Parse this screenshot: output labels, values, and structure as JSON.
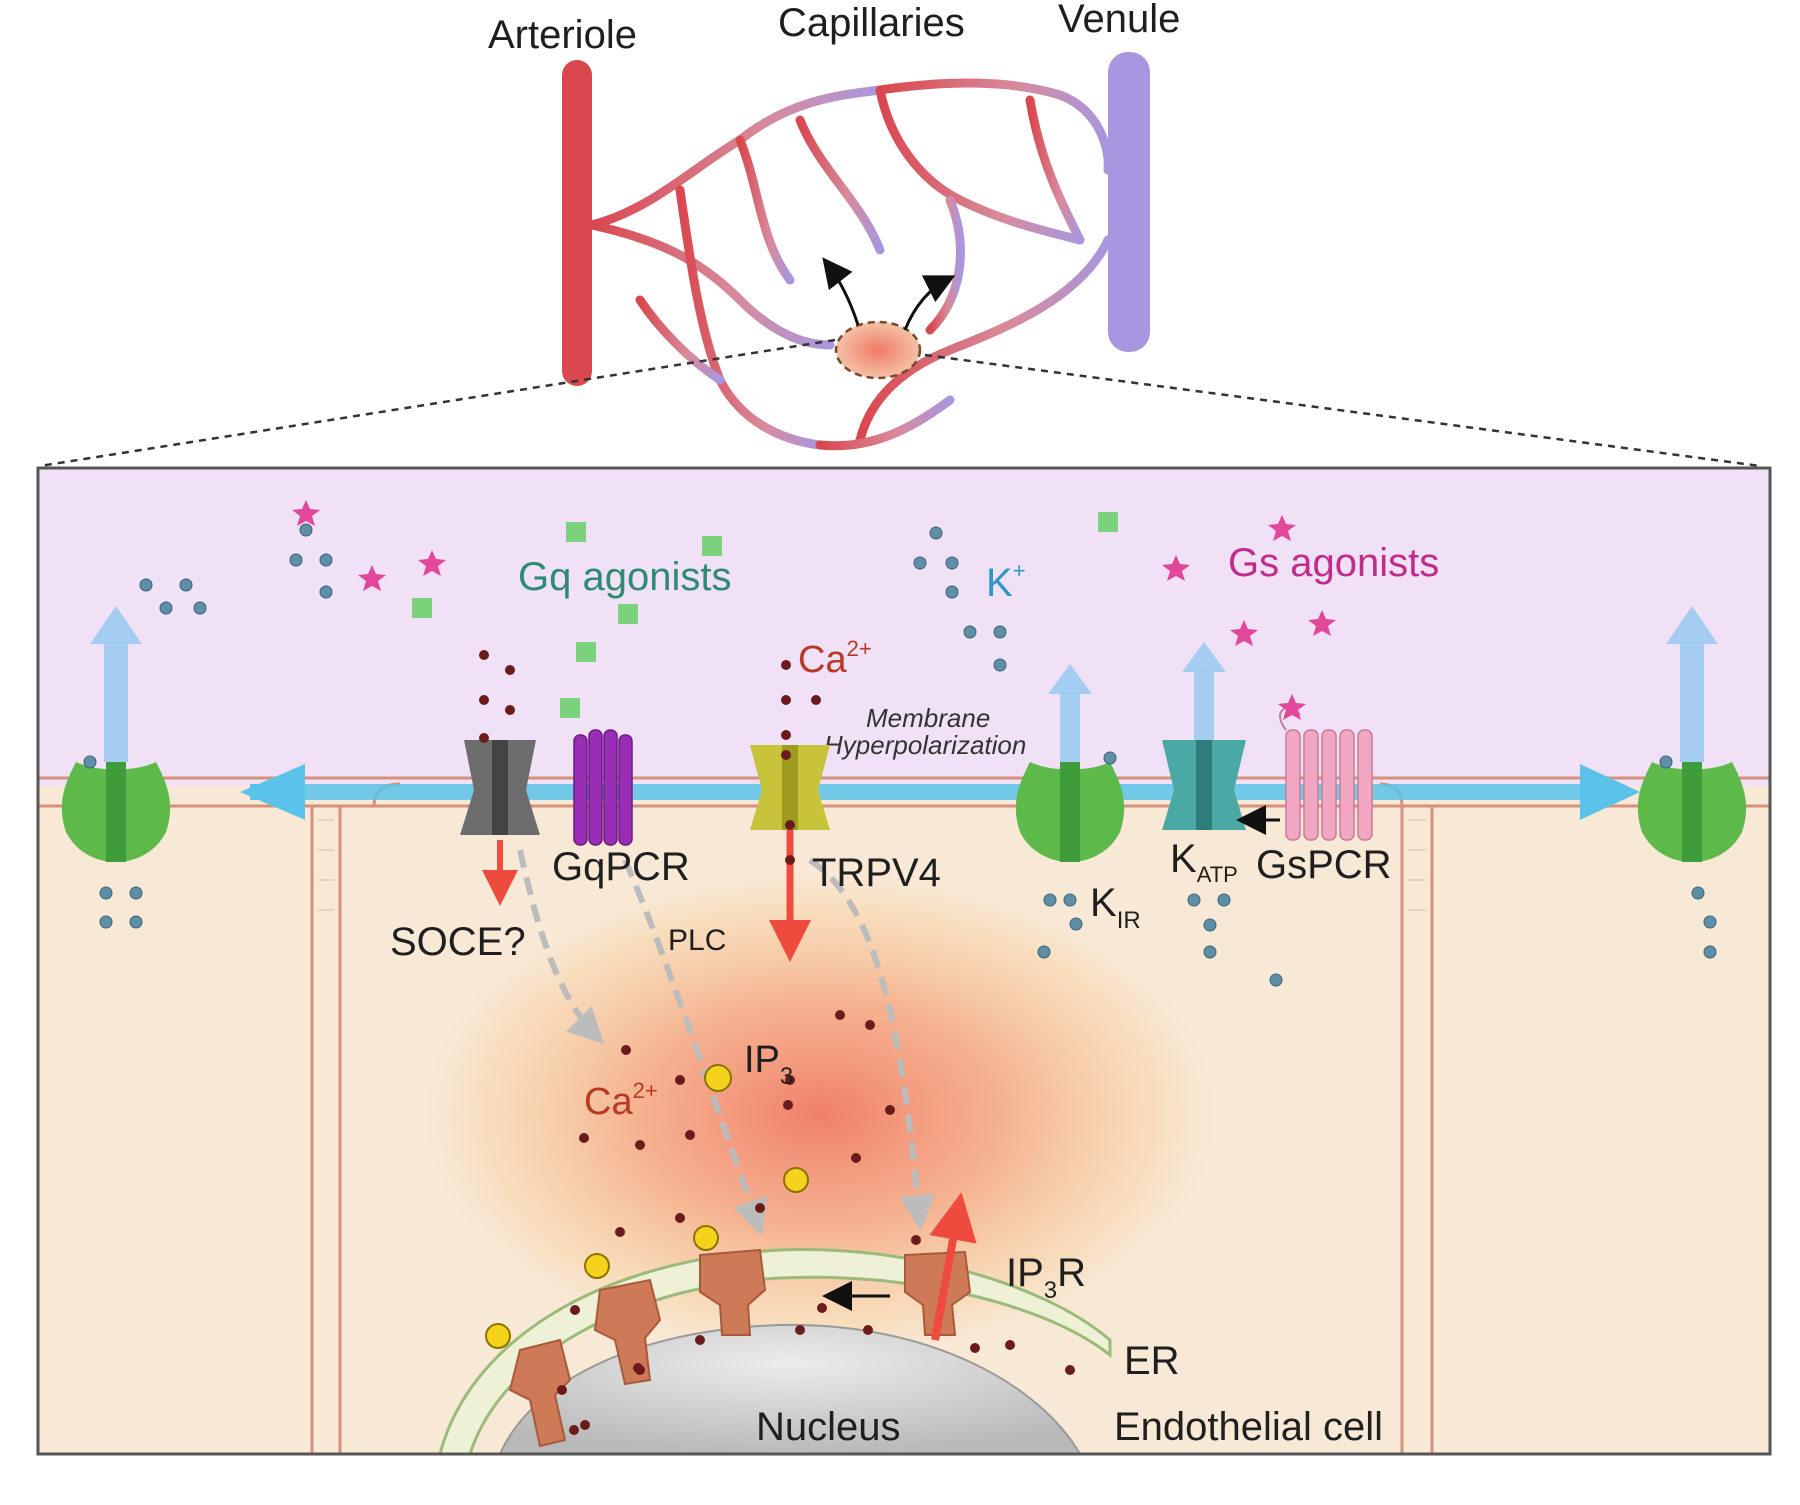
{
  "labels": {
    "arteriole": "Arteriole",
    "capillaries": "Capillaries",
    "venule": "Venule",
    "gq_agonists": "Gq agonists",
    "gs_agonists": "Gs agonists",
    "k_plus_base": "K",
    "k_plus_sup": "+",
    "ca_top_base": "Ca",
    "ca_top_sup": "2+",
    "ca_inner_base": "Ca",
    "ca_inner_sup": "2+",
    "membrane_line1": "Membrane",
    "membrane_line2": "Hyperpolarization",
    "gqpcr": "GqPCR",
    "trpv4": "TRPV4",
    "soce": "SOCE?",
    "plc": "PLC",
    "kir_base": "K",
    "kir_sub": "IR",
    "katp_base": "K",
    "katp_sub": "ATP",
    "gspcr": "GsPCR",
    "ip3_base": "IP",
    "ip3_sub": "3",
    "ip3r_base": "IP",
    "ip3r_sub": "3",
    "ip3r_tail": "R",
    "er": "ER",
    "nucleus": "Nucleus",
    "endothelial_cell": "Endothelial cell"
  },
  "colors": {
    "arteriole": "#d9474f",
    "venule": "#a897e0",
    "extracellular": "#f1e1f7",
    "cytoplasm": "#f8e9d6",
    "membrane": "#d6917c",
    "hyperpolarization_arrow": "#5bc2ea",
    "kir_channel": "#5cb94a",
    "katp_channel": "#4aa9a4",
    "gspcr": "#f1a7c2",
    "gqpcr": "#9a2cb6",
    "trpv4": "#c7c33b",
    "soce_channel": "#6d6d6d",
    "ip3r": "#cf7a57",
    "ip3": "#f5d21b",
    "ca_ion": "#6b1b1b",
    "k_ion": "#5e8fa6",
    "gq_agonist": "#7cd27c",
    "gs_agonist": "#e2489a",
    "ca_rise": "#ef4a3e",
    "text_gq": "#2f8a73",
    "text_gs": "#c12b8c",
    "text_k": "#2f98c4",
    "text_ca": "#b83a24"
  },
  "icons": {
    "gq_agonist": "square",
    "gs_agonist": "star",
    "ca_ion": "dot",
    "k_ion": "dot",
    "ip3": "circle"
  }
}
